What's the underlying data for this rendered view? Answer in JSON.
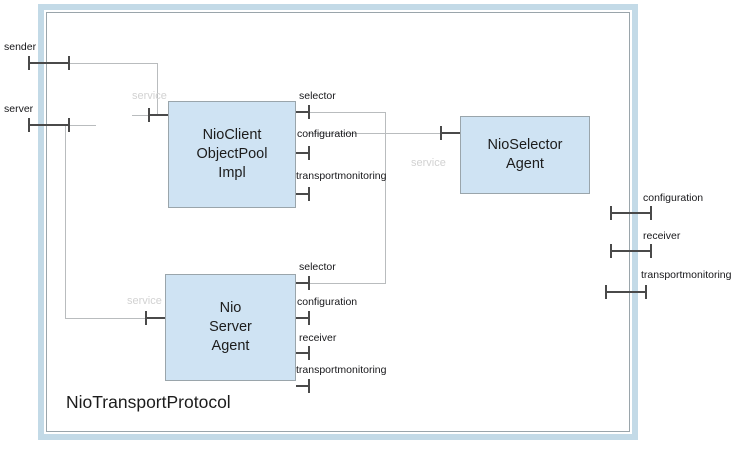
{
  "diagram": {
    "title": "NioTransportProtocol",
    "colors": {
      "part_fill": "#cfe3f3",
      "part_border": "#9aa5ab",
      "frame_band": "#c3dae7",
      "frame_border": "#9aa5ab",
      "wire": "#b9bcbe",
      "port": "#4a4a4a",
      "label_text": "#17171a",
      "connector_label_text": "#d2d2d2",
      "background": "#ffffff"
    }
  },
  "parts": [
    {
      "id": "nio-client-object-pool-impl",
      "label": "NioClient\nObjectPool\nImpl"
    },
    {
      "id": "nio-server-agent",
      "label": "Nio\nServer\nAgent"
    },
    {
      "id": "nio-selector-agent",
      "label": "NioSelector\nAgent"
    }
  ],
  "boundary_ports": {
    "left": [
      {
        "id": "sender",
        "label": "sender"
      },
      {
        "id": "server",
        "label": "server"
      }
    ],
    "right": [
      {
        "id": "configuration",
        "label": "configuration"
      },
      {
        "id": "receiver",
        "label": "receiver"
      },
      {
        "id": "transportmonitoring",
        "label": "transportmonitoring"
      }
    ]
  },
  "part_ports": {
    "nio_client_object_pool_impl": {
      "left": [],
      "right": [
        {
          "id": "selector",
          "label": "selector"
        },
        {
          "id": "configuration",
          "label": "configuration"
        },
        {
          "id": "transportmonitoring",
          "label": "transportmonitoring"
        }
      ]
    },
    "nio_server_agent": {
      "left": [],
      "right": [
        {
          "id": "selector",
          "label": "selector"
        },
        {
          "id": "configuration",
          "label": "configuration"
        },
        {
          "id": "receiver",
          "label": "receiver"
        },
        {
          "id": "transportmonitoring",
          "label": "transportmonitoring"
        }
      ]
    },
    "nio_selector_agent": {
      "left": [],
      "right": []
    }
  },
  "connector_labels": [
    {
      "id": "service-sender-client",
      "label": "service"
    },
    {
      "id": "service-server-serveragent",
      "label": "service"
    },
    {
      "id": "service-client-selectoragent",
      "label": "service"
    }
  ]
}
